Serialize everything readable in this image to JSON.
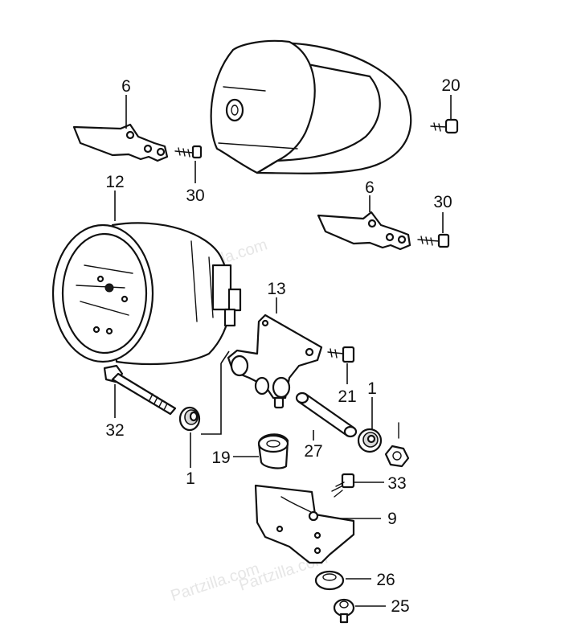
{
  "diagram": {
    "callouts": [
      {
        "id": "c6a",
        "label": "6"
      },
      {
        "id": "c30a",
        "label": "30"
      },
      {
        "id": "c20",
        "label": "20"
      },
      {
        "id": "c6b",
        "label": "6"
      },
      {
        "id": "c30b",
        "label": "30"
      },
      {
        "id": "c12",
        "label": "12"
      },
      {
        "id": "c13",
        "label": "13"
      },
      {
        "id": "c21",
        "label": "21"
      },
      {
        "id": "c1a",
        "label": "1"
      },
      {
        "id": "c32",
        "label": "32"
      },
      {
        "id": "c1b",
        "label": "1"
      },
      {
        "id": "c19",
        "label": "19"
      },
      {
        "id": "c27",
        "label": "27"
      },
      {
        "id": "c33",
        "label": "33"
      },
      {
        "id": "c9",
        "label": "9"
      },
      {
        "id": "c26",
        "label": "26"
      },
      {
        "id": "c25",
        "label": "25"
      }
    ],
    "watermarks": [
      "Partzilla.com",
      "Partzilla.com",
      "Partzilla.com"
    ]
  }
}
